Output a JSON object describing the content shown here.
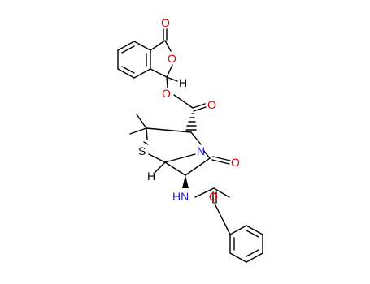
{
  "molecule": {
    "colors": {
      "carbon_bond": "#000000",
      "oxygen": "#e00000",
      "nitrogen": "#2020d0",
      "sulfur": "#000000",
      "hydrogen": "#000000",
      "background": "#ffffff"
    },
    "atoms": {
      "o_lactone_carbonyl": "O",
      "o_lactone_ring": "O",
      "h_acetal": "H",
      "o_ester_link": "O",
      "o_ester_carbonyl": "O",
      "s_thiazolidine": "S",
      "n_lactam": "N",
      "o_lactam": "O",
      "h_bridgehead": "H",
      "n_amide": "HN",
      "o_amide": "O"
    }
  }
}
